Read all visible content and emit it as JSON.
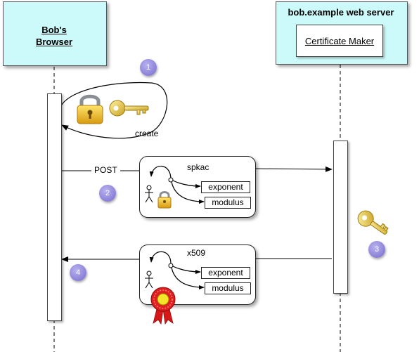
{
  "bob": {
    "title": "Bob's Browser"
  },
  "server": {
    "title": "bob.example web server",
    "component": "Certificate Maker"
  },
  "steps": [
    {
      "number": "1"
    },
    {
      "number": "2"
    },
    {
      "number": "3"
    },
    {
      "number": "4"
    }
  ],
  "create_label": "create",
  "post_label": "POST",
  "request": {
    "title": "spkac",
    "fields": [
      "exponent",
      "modulus"
    ]
  },
  "response": {
    "title": "x509",
    "fields": [
      "exponent",
      "modulus"
    ]
  },
  "icons": {
    "lock": "lock-icon",
    "key": "key-icon",
    "person": "person-icon",
    "seal": "certificate-seal-icon"
  },
  "colors": {
    "lane_fill": "#ccfafa",
    "badge": "#8a80d8",
    "lock_gold": "#f2c230",
    "key_gold": "#e8c84a",
    "seal_red": "#e02020",
    "seal_center": "#f3e62a"
  }
}
